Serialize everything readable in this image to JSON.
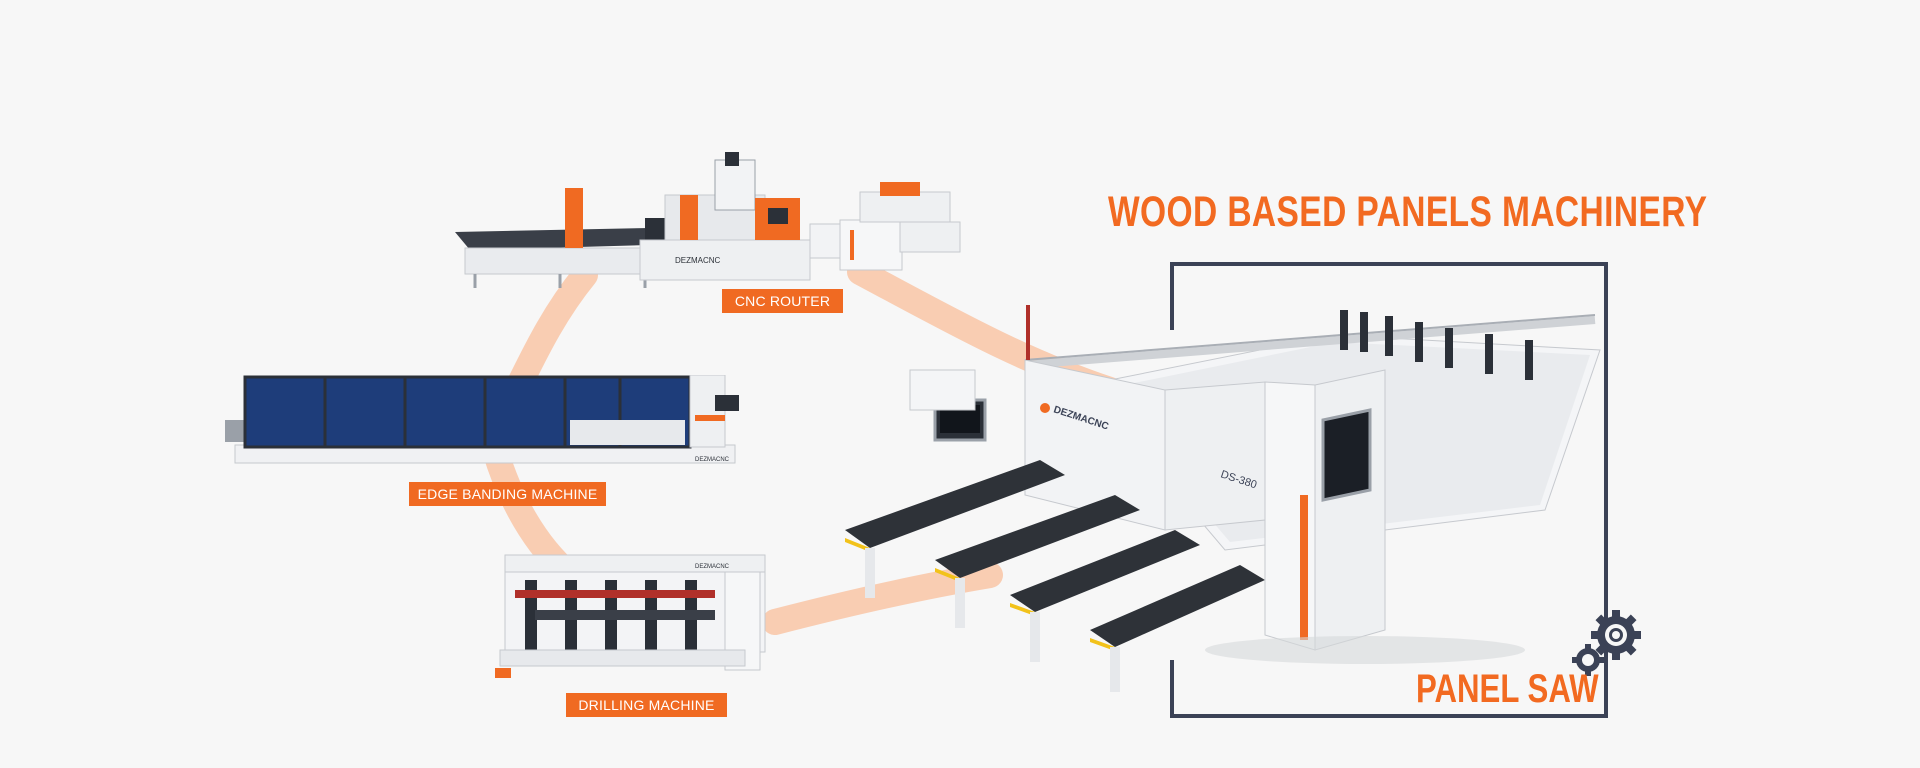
{
  "headline": "WOOD BASED PANELS MACHINERY",
  "featured_label": "PANEL SAW",
  "machines": {
    "cnc_router": {
      "label": "CNC ROUTER"
    },
    "edge_banding": {
      "label": "EDGE BANDING MACHINE"
    },
    "drilling": {
      "label": "DRILLING MACHINE"
    }
  },
  "panel_saw": {
    "model_plate": "DS-380",
    "brand": "DEZMACNC"
  },
  "brand_text": "DEZMACNC",
  "colors": {
    "accent_orange": "#f26a21",
    "tag_orange": "#f06a22",
    "frame_navy": "#3b4256",
    "flow_band": "#f9c6a6",
    "background": "#f7f7f7",
    "machine_white": "#eef0f2",
    "machine_dark": "#2b3038",
    "edgebander_blue": "#1e3d7a"
  },
  "icons": [
    "gears-icon"
  ]
}
